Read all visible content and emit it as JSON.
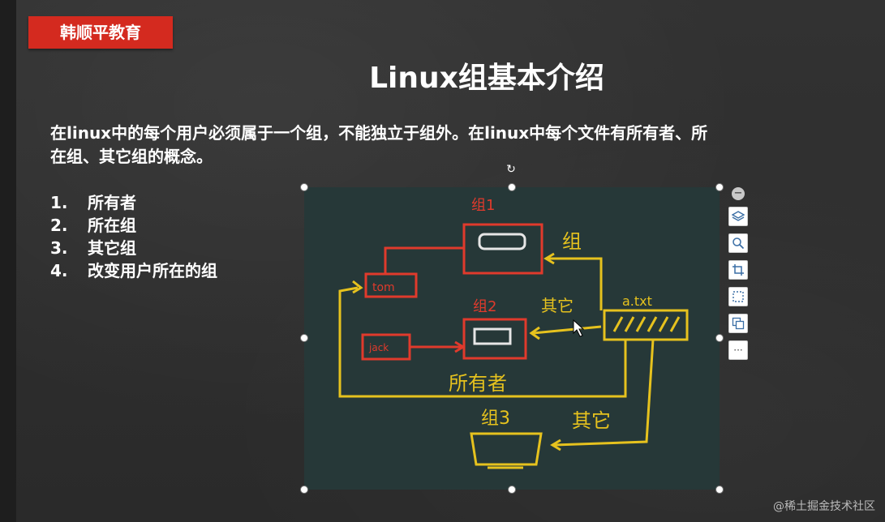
{
  "brand": {
    "label": "韩顺平教育"
  },
  "slide": {
    "title": "Linux组基本介绍",
    "paragraph": "在linux中的每个用户必须属于一个组，不能独立于组外。在linux中每个文件有所有者、所在组、其它组的概念。",
    "list": [
      {
        "num": "1.",
        "text": "所有者"
      },
      {
        "num": "2.",
        "text": "所在组"
      },
      {
        "num": "3.",
        "text": "其它组"
      },
      {
        "num": "4.",
        "text": "改变用户所在的组"
      }
    ]
  },
  "diagram": {
    "group1": "组1",
    "group2": "组2",
    "group3": "组3",
    "user_tom": "tom",
    "user_jack": "jack",
    "file_label": "a.txt",
    "edge_group": "组",
    "edge_other": "其它",
    "edge_owner": "所有者",
    "edge_other2": "其它"
  },
  "toolbar": {
    "items": [
      "minus-icon",
      "layers-icon",
      "zoom-icon",
      "crop-icon",
      "select-icon",
      "copy-image-icon",
      "more-icon"
    ],
    "more_label": "···"
  },
  "watermark": "@稀土掘金技术社区",
  "colors": {
    "brand_red": "#d42a1f",
    "chalk_red": "#e03a2c",
    "chalk_yellow": "#e6c21e",
    "board": "#263838"
  }
}
